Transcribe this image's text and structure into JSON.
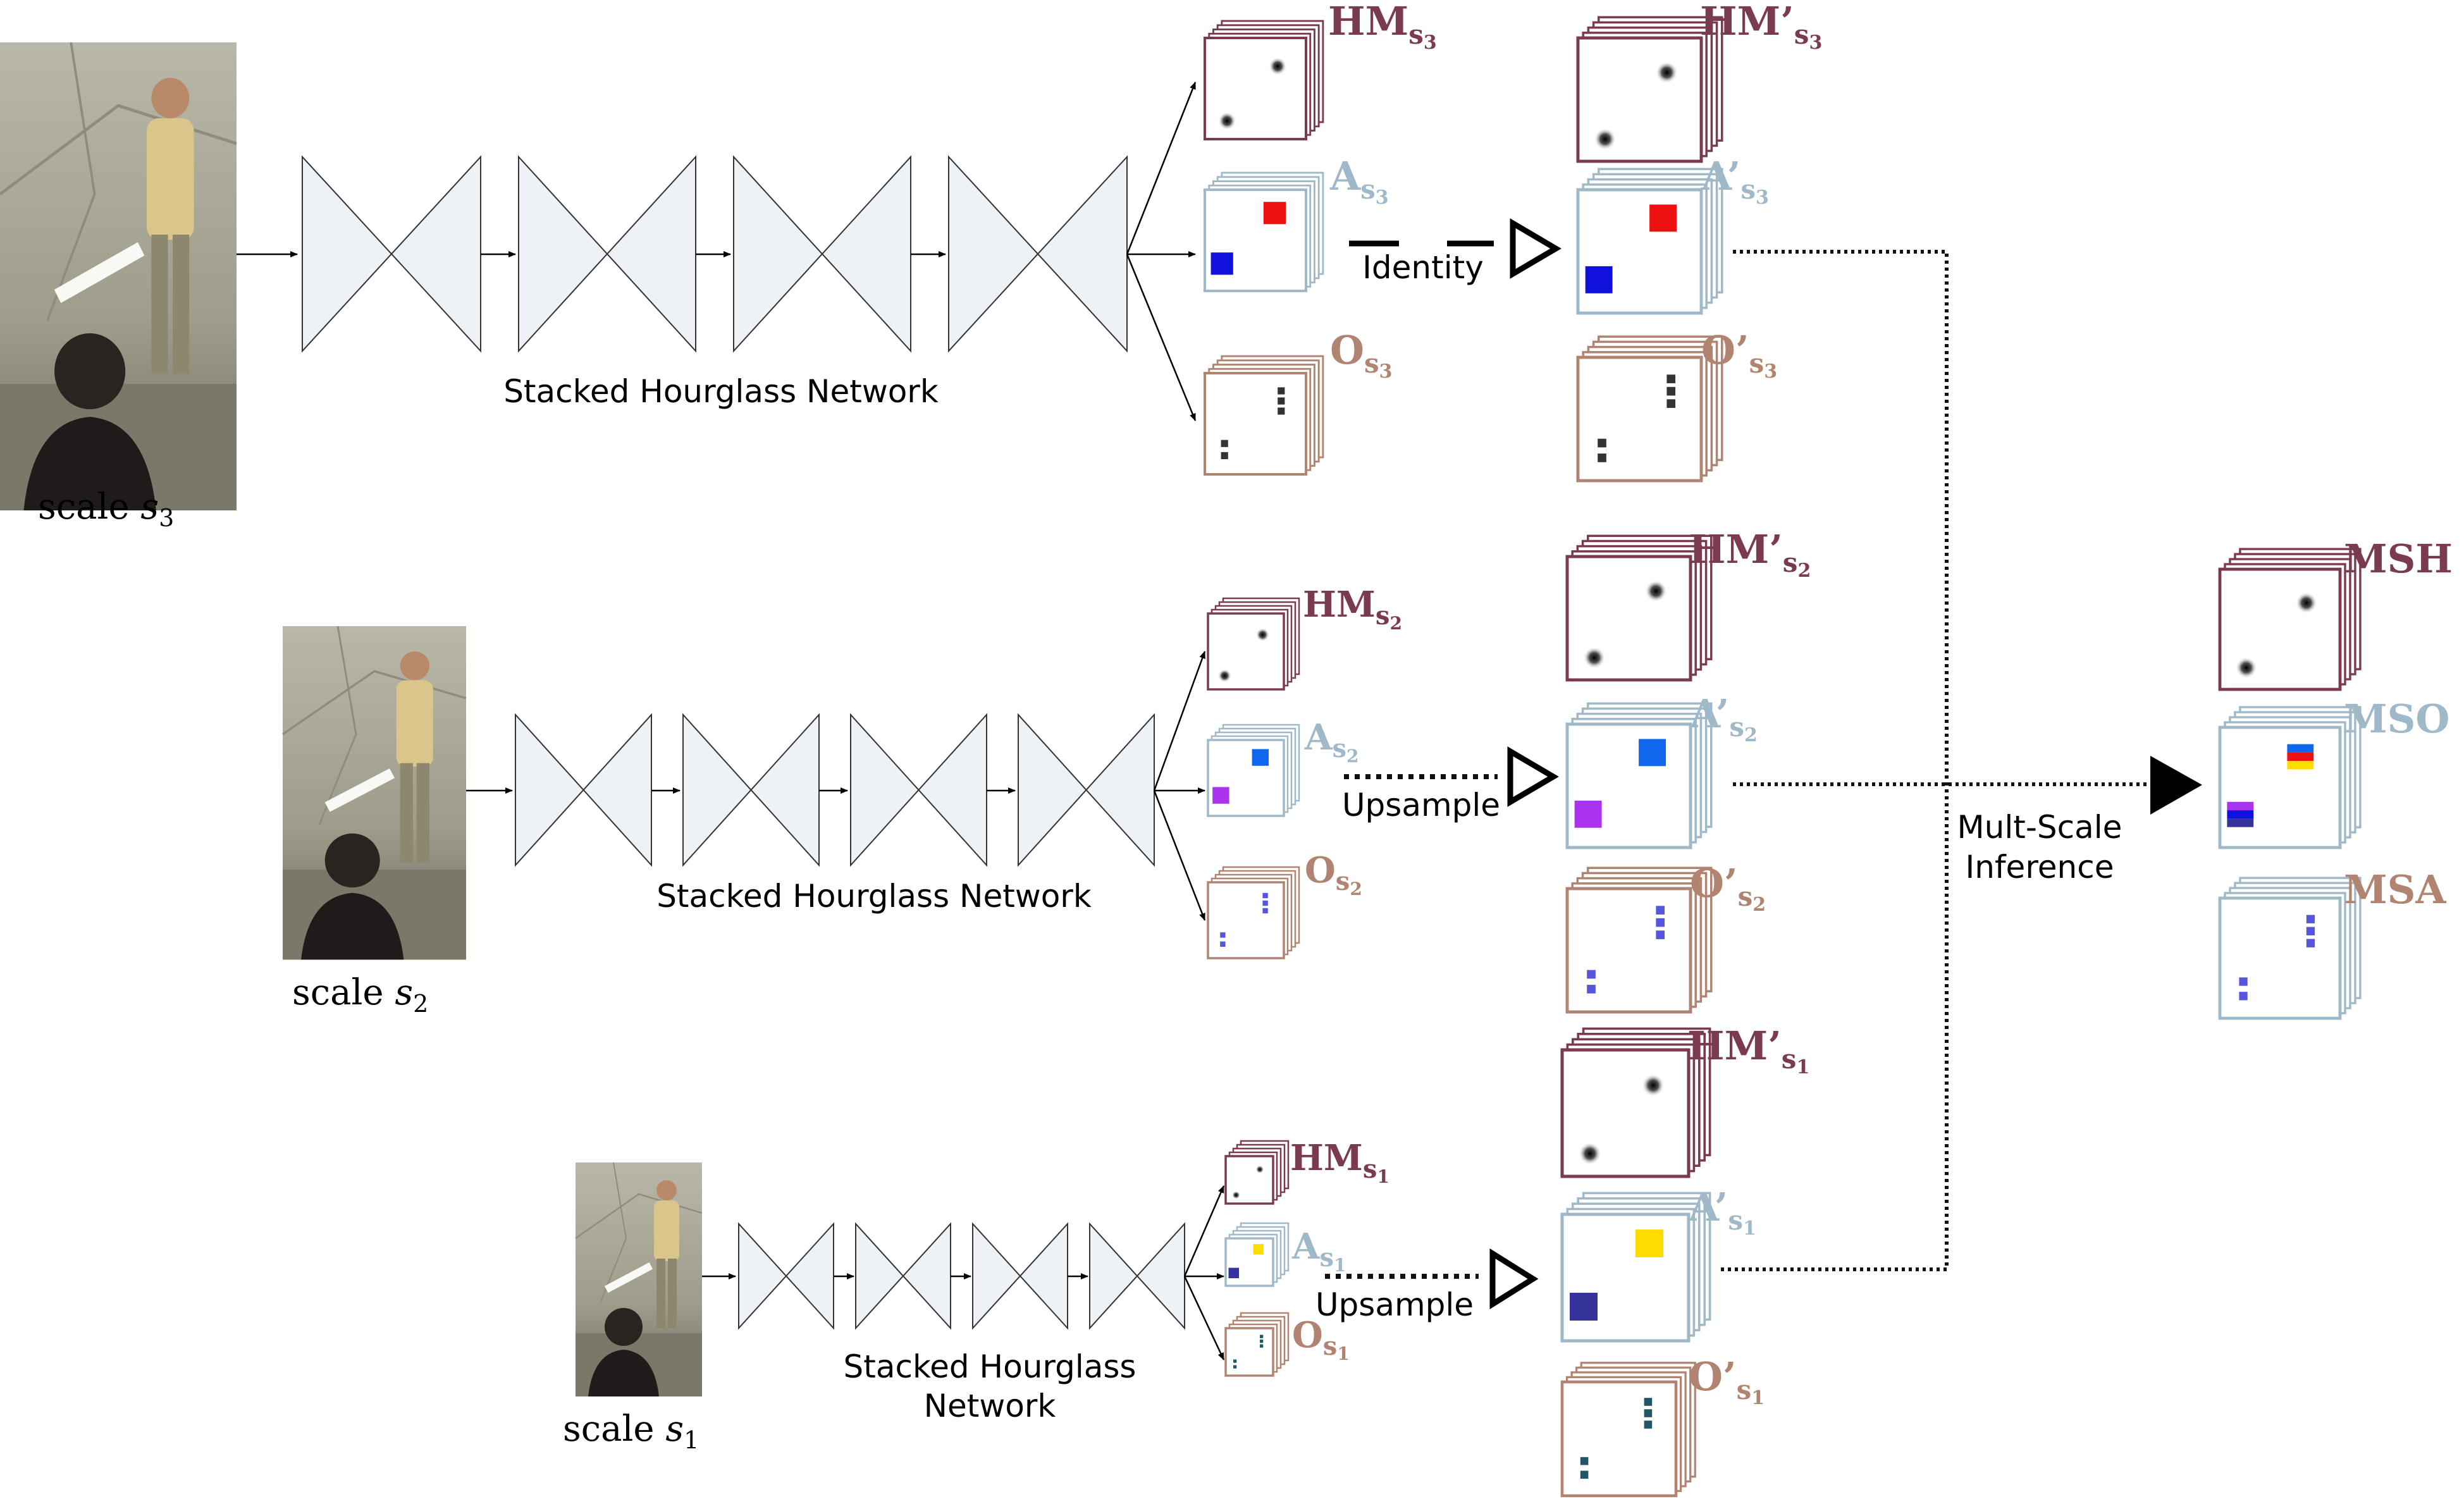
{
  "scales": [
    {
      "id": "s3",
      "label_prefix": "scale ",
      "label_var": "s",
      "label_sub": "3",
      "network_label": [
        "Stacked Hourglass Network"
      ]
    },
    {
      "id": "s2",
      "label_prefix": "scale ",
      "label_var": "s",
      "label_sub": "2",
      "network_label": [
        "Stacked Hourglass Network"
      ]
    },
    {
      "id": "s1",
      "label_prefix": "scale ",
      "label_var": "s",
      "label_sub": "1",
      "network_label": [
        "Stacked Hourglass",
        "Network"
      ]
    }
  ],
  "outputs": {
    "s3": {
      "hm": {
        "main": "HM",
        "sub": "s",
        "subsub": "3"
      },
      "a": {
        "main": "A",
        "sub": "s",
        "subsub": "3"
      },
      "o": {
        "main": "O",
        "sub": "s",
        "subsub": "3"
      }
    },
    "s2": {
      "hm": {
        "main": "HM",
        "sub": "s",
        "subsub": "2"
      },
      "a": {
        "main": "A",
        "sub": "s",
        "subsub": "2"
      },
      "o": {
        "main": "O",
        "sub": "s",
        "subsub": "2"
      }
    },
    "s1": {
      "hm": {
        "main": "HM",
        "sub": "s",
        "subsub": "1"
      },
      "a": {
        "main": "A",
        "sub": "s",
        "subsub": "1"
      },
      "o": {
        "main": "O",
        "sub": "s",
        "subsub": "1"
      }
    }
  },
  "resized": {
    "s3": {
      "hm": "HM’",
      "a": "A’",
      "o": "O’",
      "sub": "s",
      "subsub": "3"
    },
    "s2": {
      "hm": "HM’",
      "a": "A’",
      "o": "O’",
      "sub": "s",
      "subsub": "2"
    },
    "s1": {
      "hm": "HM’",
      "a": "A’",
      "o": "O’",
      "sub": "s",
      "subsub": "1"
    }
  },
  "operations": {
    "s3": "Identity",
    "s2": "Upsample",
    "s1": "Upsample"
  },
  "inference_label": [
    "Mult-Scale",
    "Inference"
  ],
  "final_outputs": {
    "msh": "MSH",
    "mso": "MSO",
    "msa": "MSA"
  },
  "colors": {
    "hm_frame": "#7a3b52",
    "a_frame": "#9fb9c8",
    "o_frame": "#b08470",
    "red": "#ee1111",
    "blue_dark": "#1111dd",
    "blue_mid": "#1166ee",
    "purple": "#aa33ee",
    "yellow": "#ffdd00",
    "navy": "#333399",
    "dot_dark": "#333333",
    "dot_purple": "#5555dd",
    "dot_teal": "#225566"
  },
  "icons": [
    "person-photo",
    "hourglass-icon",
    "triangle-arrow-icon",
    "heatmap-blob"
  ]
}
